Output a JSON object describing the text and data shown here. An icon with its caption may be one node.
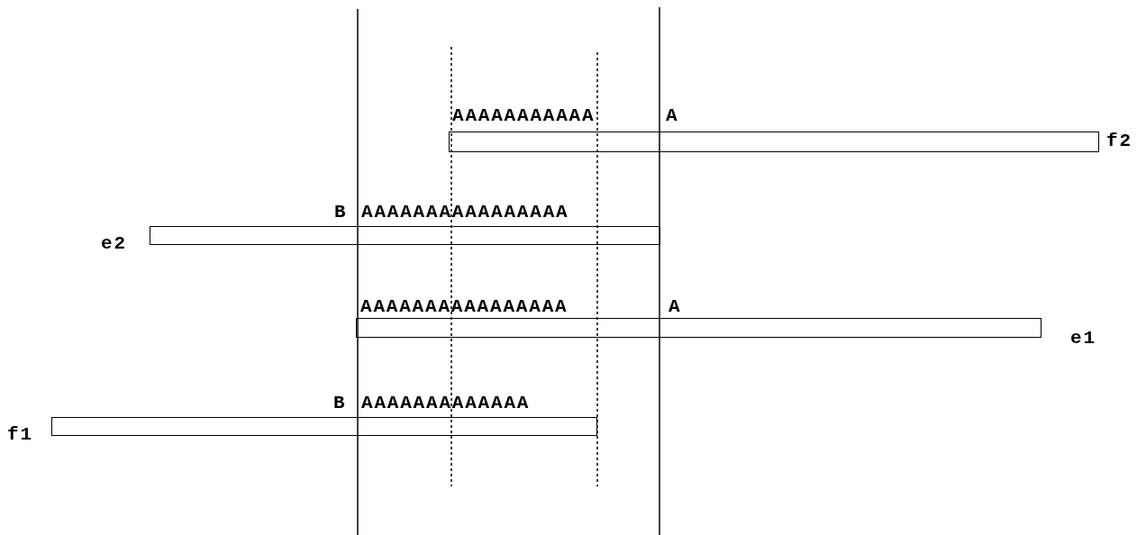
{
  "diagram": {
    "nodes": [
      {
        "text": [],
        "shape": "bar",
        "beside": [
          "AAAAAAAAAAA",
          "A",
          "f2"
        ]
      },
      {
        "text": [],
        "shape": "bar",
        "beside": [
          "B",
          "AAAAAAAAAAAAAAAA",
          "e2"
        ]
      },
      {
        "text": [],
        "shape": "bar",
        "beside": [
          "AAAAAAAAAAAAAAAA",
          "A",
          "e1"
        ]
      },
      {
        "text": [],
        "shape": "bar",
        "beside": [
          "B",
          "AAAAAAAAAAAAA",
          "f1"
        ]
      }
    ]
  }
}
